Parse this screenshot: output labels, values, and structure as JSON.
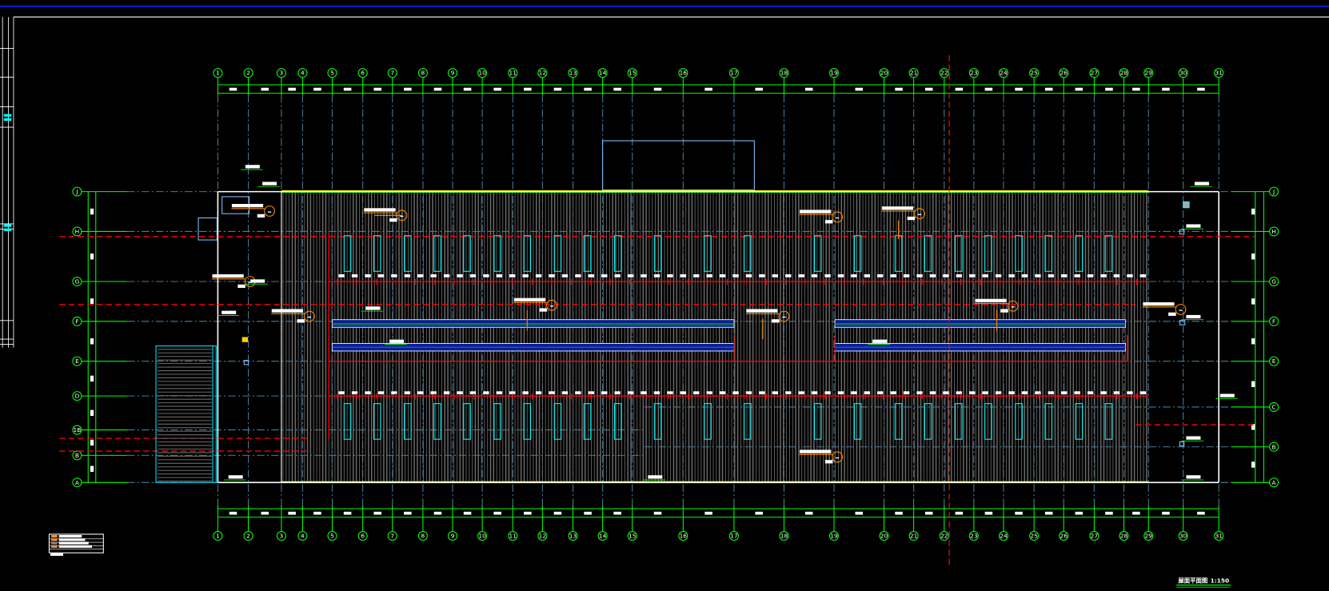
{
  "drawing": {
    "title": "屋面平面图",
    "scale": "1:150"
  },
  "grid": {
    "columns": [
      "1",
      "2",
      "3",
      "4",
      "5",
      "6",
      "7",
      "8",
      "9",
      "10",
      "11",
      "12",
      "13",
      "14",
      "15",
      "16",
      "17",
      "18",
      "19",
      "20",
      "21",
      "22",
      "23",
      "24",
      "25",
      "26",
      "27",
      "28",
      "29",
      "30",
      "31"
    ],
    "rows_left": [
      "J",
      "H",
      "G",
      "F",
      "E",
      "D",
      "1B",
      "B",
      "A"
    ],
    "rows_right": [
      "J",
      "H",
      "G",
      "F",
      "E",
      "C",
      "B",
      "A"
    ]
  },
  "colors": {
    "grid": "#00ff00",
    "axis": "#4a7a99",
    "wall": "#ffffff",
    "section": "#ff0000",
    "skylight": "#00ffff",
    "annotation": "#ff8c00",
    "roof_edge": "#ffff00",
    "frame": "#0000ff"
  }
}
